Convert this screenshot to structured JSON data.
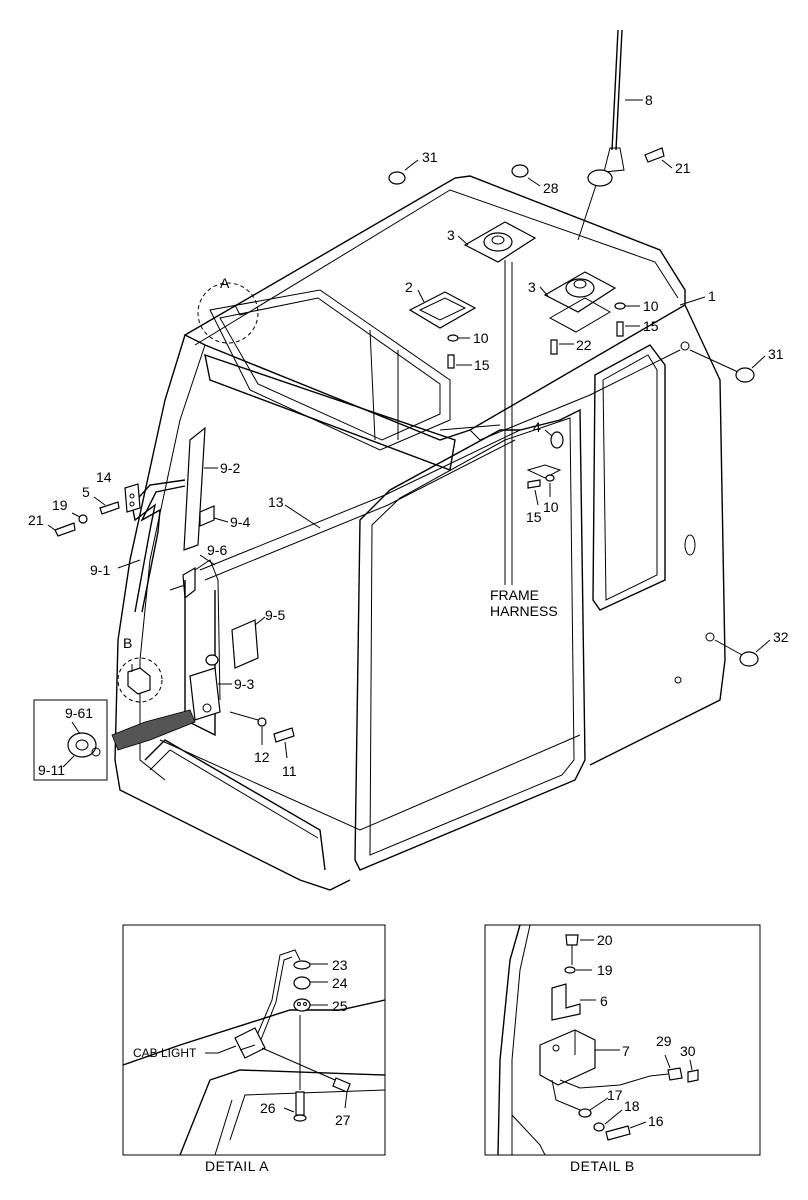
{
  "callouts": {
    "c1": "1",
    "c2": "2",
    "c3a": "3",
    "c3b": "3",
    "c4": "4",
    "c5": "5",
    "c8": "8",
    "c9_1": "9-1",
    "c9_2": "9-2",
    "c9_3": "9-3",
    "c9_4": "9-4",
    "c9_5": "9-5",
    "c9_6": "9-6",
    "c9_11": "9-11",
    "c9_61": "9-61",
    "c10a": "10",
    "c10b": "10",
    "c10c": "10",
    "c11": "11",
    "c12": "12",
    "c13": "13",
    "c14": "14",
    "c15a": "15",
    "c15b": "15",
    "c15c": "15",
    "c19a": "19",
    "c21a": "21",
    "c21b": "21",
    "c22": "22",
    "c28": "28",
    "c31a": "31",
    "c31b": "31",
    "c32": "32",
    "dA": "A",
    "dB": "B",
    "a23": "23",
    "a24": "24",
    "a25": "25",
    "a26": "26",
    "a27": "27",
    "b20": "20",
    "b19": "19",
    "b6": "6",
    "b7": "7",
    "b29": "29",
    "b30": "30",
    "b17": "17",
    "b18": "18",
    "b16": "16"
  },
  "labels": {
    "frame_harness_1": "FRAME",
    "frame_harness_2": "HARNESS",
    "cab_light": "CAB LIGHT",
    "detail_a": "DETAIL A",
    "detail_b": "DETAIL B"
  }
}
